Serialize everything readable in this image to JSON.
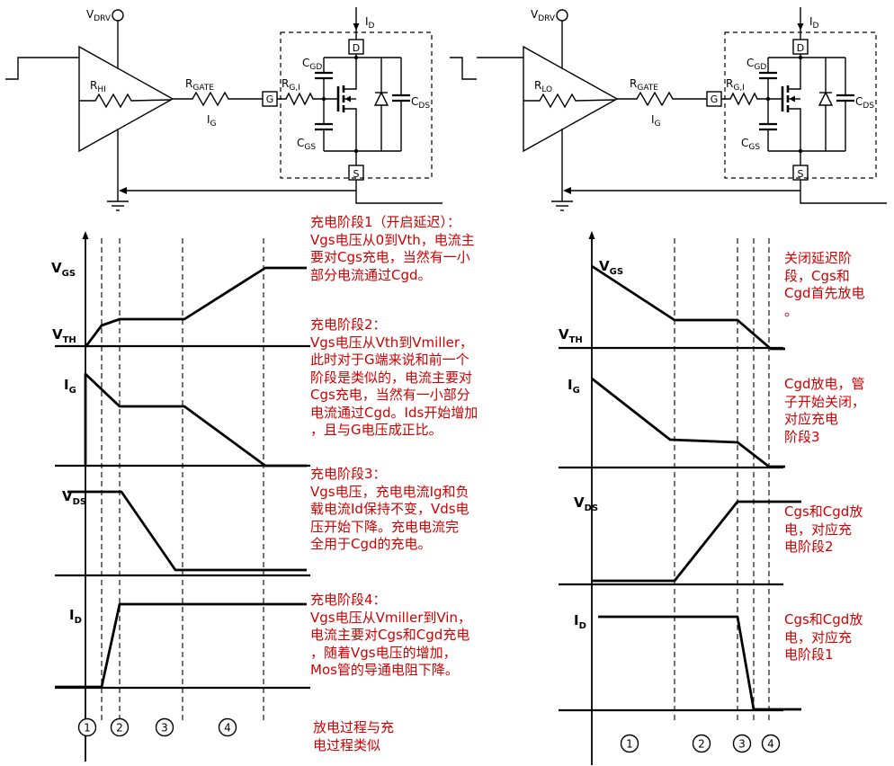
{
  "circuits": {
    "left": {
      "supply": {
        "main": "V",
        "sub": "DRV"
      },
      "driver_res": {
        "main": "R",
        "sub": "HI"
      },
      "gate_res": {
        "main": "R",
        "sub": "GATE"
      },
      "internal_res": {
        "main": "R",
        "sub": "G,I"
      },
      "gate_current": {
        "main": "I",
        "sub": "G"
      },
      "drain_current": {
        "main": "I",
        "sub": "D"
      },
      "cap_gd": {
        "main": "C",
        "sub": "GD"
      },
      "cap_gs": {
        "main": "C",
        "sub": "GS"
      },
      "cap_ds": {
        "main": "C",
        "sub": "DS"
      },
      "gate_node": "G",
      "drain_node": "D",
      "source_node": "S"
    },
    "right": {
      "supply": {
        "main": "V",
        "sub": "DRV"
      },
      "driver_res": {
        "main": "R",
        "sub": "LO"
      },
      "gate_res": {
        "main": "R",
        "sub": "GATE"
      },
      "internal_res": {
        "main": "R",
        "sub": "G,I"
      },
      "gate_current": {
        "main": "I",
        "sub": "G"
      },
      "drain_current": {
        "main": "I",
        "sub": "D"
      },
      "cap_gd": {
        "main": "C",
        "sub": "GD"
      },
      "cap_gs": {
        "main": "C",
        "sub": "GS"
      },
      "cap_ds": {
        "main": "C",
        "sub": "DS"
      },
      "gate_node": "G",
      "drain_node": "D",
      "source_node": "S"
    }
  },
  "waveforms": {
    "left": {
      "vgs_label": {
        "main": "V",
        "sub": "GS"
      },
      "vth_label": {
        "main": "V",
        "sub": "TH"
      },
      "ig_label": {
        "main": "I",
        "sub": "G"
      },
      "vds_label": {
        "main": "V",
        "sub": "DS"
      },
      "id_label": {
        "main": "I",
        "sub": "D"
      },
      "phases": [
        "1",
        "2",
        "3",
        "4"
      ],
      "curves": {
        "vgs": [
          [
            40,
            131
          ],
          [
            58,
            107
          ],
          [
            78,
            100
          ],
          [
            150,
            100
          ],
          [
            240,
            43
          ],
          [
            286,
            43
          ]
        ],
        "ig": [
          [
            40,
            263
          ],
          [
            40,
            161
          ],
          [
            78,
            197
          ],
          [
            150,
            197
          ],
          [
            240,
            263
          ],
          [
            286,
            263
          ]
        ],
        "vds": [
          [
            20,
            292
          ],
          [
            80,
            292
          ],
          [
            140,
            379
          ],
          [
            286,
            379
          ]
        ],
        "id": [
          [
            6,
            509
          ],
          [
            58,
            509
          ],
          [
            78,
            417
          ],
          [
            286,
            417
          ]
        ]
      }
    },
    "right": {
      "vgs_label": {
        "main": "V",
        "sub": "GS"
      },
      "vth_label": {
        "main": "V",
        "sub": "TH"
      },
      "ig_label": {
        "main": "I",
        "sub": "G"
      },
      "vds_label": {
        "main": "V",
        "sub": "DS"
      },
      "id_label": {
        "main": "I",
        "sub": "D"
      },
      "phases": [
        "1",
        "2",
        "3",
        "4"
      ],
      "curves": {
        "vgs": [
          [
            43,
            41
          ],
          [
            135,
            101
          ],
          [
            205,
            101
          ],
          [
            242,
            133
          ],
          [
            258,
            133
          ]
        ],
        "ig": [
          [
            43,
            166
          ],
          [
            130,
            234
          ],
          [
            205,
            237
          ],
          [
            240,
            264
          ],
          [
            258,
            264
          ]
        ],
        "vds": [
          [
            43,
            391
          ],
          [
            135,
            391
          ],
          [
            205,
            303
          ],
          [
            276,
            303
          ]
        ],
        "id": [
          [
            50,
            431
          ],
          [
            205,
            431
          ],
          [
            223,
            534
          ],
          [
            276,
            534
          ]
        ]
      }
    }
  },
  "annotations": {
    "left": [
      {
        "text": "充电阶段1（开启延迟）：\nVgs电压从0到Vth，电流主\n要对Cgs充电，当然有一小\n部分电流通过Cgd。"
      },
      {
        "text": "充电阶段2：\nVgs电压从Vth到Vmiller，\n此时对于G端来说和前一个\n阶段是类似的，电流主要对\nCgs充电，当然有一小部分\n电流通过Cgd。Ids开始增加\n，且与G电压成正比。"
      },
      {
        "text": "充电阶段3：\nVgs电压，充电电流Ig和负\n载电流Id保持不变，Vds电\n压开始下降。充电电流完\n全用于Cgd的充电。"
      },
      {
        "text": "充电阶段4：\nVgs电压从Vmiller到Vin，\n电流主要对Cgs和Cgd充电\n，随着Vgs电压的增加，\nMos管的导通电阻下降。"
      },
      {
        "text": "放电过程与充\n电过程类似"
      }
    ],
    "right": [
      {
        "text": "关闭延迟阶\n段，Cgs和\nCgd首先放电\n。"
      },
      {
        "text": "Cgd放电，管\n子开始关闭，\n对应充电\n阶段3"
      },
      {
        "text": "Cgs和Cgd放\n电，对应充\n电阶段2"
      },
      {
        "text": "Cgs和Cgd放\n电，对应充\n电阶段1"
      }
    ]
  }
}
